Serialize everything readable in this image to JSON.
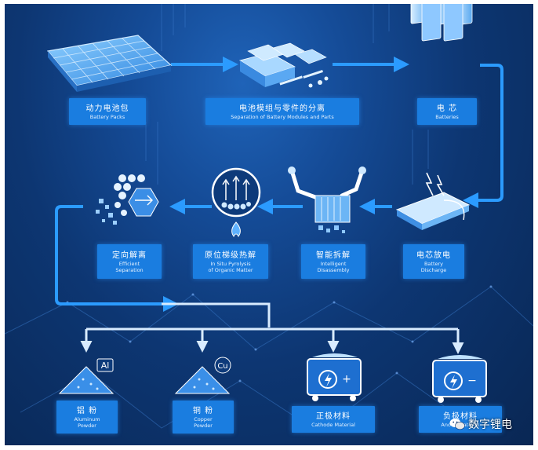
{
  "nodes": [
    {
      "key": "battery-packs",
      "zh": "动力电池包",
      "en": "Battery Packs"
    },
    {
      "key": "separation-modules",
      "zh": "电池模组与零件的分离",
      "en": "Separation of Battery Modules and Parts"
    },
    {
      "key": "batteries",
      "zh": "电 芯",
      "en": "Batteries"
    },
    {
      "key": "battery-discharge",
      "zh": "电芯放电",
      "en": "Battery|Discharge"
    },
    {
      "key": "intelligent-disassembly",
      "zh": "智能拆解",
      "en": "Intelligent|Disassembly"
    },
    {
      "key": "pyrolysis",
      "zh": "原位梯级热解",
      "en": "In Situ Pyrolysis|of Organic Matter"
    },
    {
      "key": "efficient-separation",
      "zh": "定向解离",
      "en": "Efficient|Separation"
    },
    {
      "key": "aluminum-powder",
      "zh": "铝 粉",
      "en": "Aluminum|Powder"
    },
    {
      "key": "copper-powder",
      "zh": "铜 粉",
      "en": "Copper|Powder"
    },
    {
      "key": "cathode-material",
      "zh": "正极材料",
      "en": "Cathode Material"
    },
    {
      "key": "anode-material",
      "zh": "负极材料",
      "en": "Anode Material"
    }
  ],
  "symbols": {
    "aluminum": "Al",
    "copper": "Cu",
    "plus": "+",
    "minus": "−"
  },
  "watermark": "数字锂电",
  "colors": {
    "bg": "#0d3672",
    "label": "#1a7de0",
    "arrow": "#2b9bff",
    "line": "#d9ecff"
  }
}
